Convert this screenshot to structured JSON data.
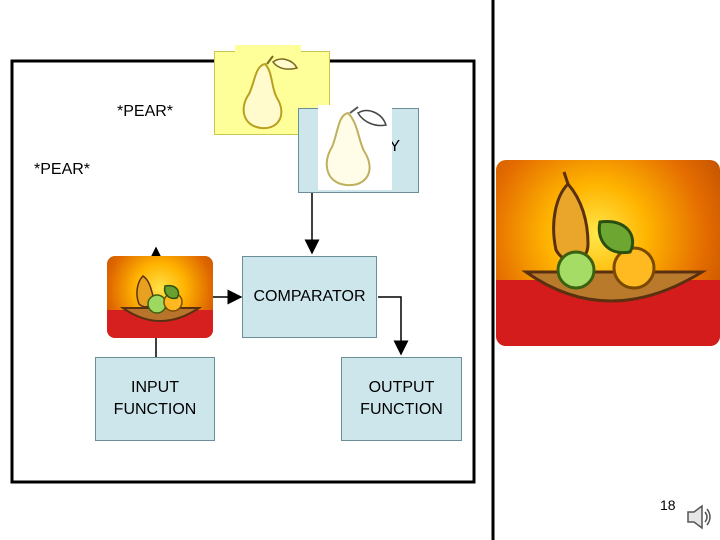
{
  "labels": {
    "pear_top": "*PEAR*",
    "pear_left": "*PEAR*",
    "memory_partial": "Y",
    "comparator": "COMPARATOR",
    "input_function": "INPUT\nFUNCTION",
    "output_function": "OUTPUT\nFUNCTION"
  },
  "page_number": "18",
  "icons": [
    "pear-sketch-icon",
    "fruit-bowl-painting",
    "speaker-icon"
  ],
  "colors": {
    "box_fill": "#cce6ec",
    "note_fill": "#ffff99",
    "frame": "#000000"
  }
}
